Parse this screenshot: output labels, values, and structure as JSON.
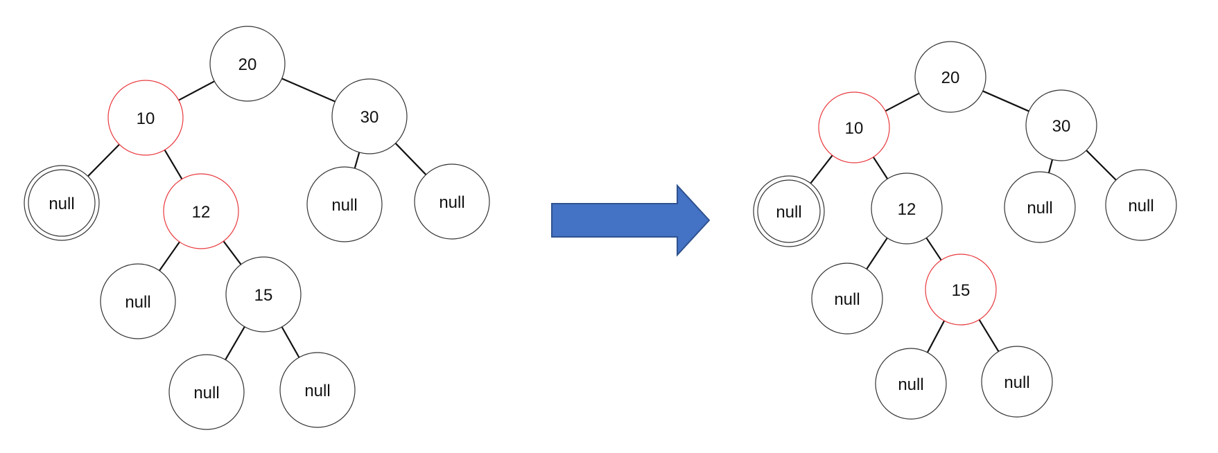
{
  "colors": {
    "black_node_stroke": "#333333",
    "red_node_stroke": "#e8383d",
    "edge": "#111111",
    "arrow_fill": "#4472c4",
    "arrow_stroke": "#2f528f"
  },
  "before_tree": {
    "nodes": [
      {
        "id": "b20",
        "label": "20",
        "color": "black"
      },
      {
        "id": "b10",
        "label": "10",
        "color": "red"
      },
      {
        "id": "b30",
        "label": "30",
        "color": "black"
      },
      {
        "id": "bnullL",
        "label": "null",
        "color": "black",
        "double_border": true
      },
      {
        "id": "b12",
        "label": "12",
        "color": "red"
      },
      {
        "id": "b30nl",
        "label": "null",
        "color": "black"
      },
      {
        "id": "b30nr",
        "label": "null",
        "color": "black"
      },
      {
        "id": "b12nl",
        "label": "null",
        "color": "black"
      },
      {
        "id": "b15",
        "label": "15",
        "color": "black"
      },
      {
        "id": "b15nl",
        "label": "null",
        "color": "black"
      },
      {
        "id": "b15nr",
        "label": "null",
        "color": "black"
      }
    ],
    "edges": [
      [
        "b20",
        "b10"
      ],
      [
        "b20",
        "b30"
      ],
      [
        "b10",
        "bnullL"
      ],
      [
        "b10",
        "b12"
      ],
      [
        "b30",
        "b30nl"
      ],
      [
        "b30",
        "b30nr"
      ],
      [
        "b12",
        "b12nl"
      ],
      [
        "b12",
        "b15"
      ],
      [
        "b15",
        "b15nl"
      ],
      [
        "b15",
        "b15nr"
      ]
    ]
  },
  "after_tree": {
    "nodes": [
      {
        "id": "a20",
        "label": "20",
        "color": "black"
      },
      {
        "id": "a10",
        "label": "10",
        "color": "red"
      },
      {
        "id": "a30",
        "label": "30",
        "color": "black"
      },
      {
        "id": "anullL",
        "label": "null",
        "color": "black",
        "double_border": true
      },
      {
        "id": "a12",
        "label": "12",
        "color": "black"
      },
      {
        "id": "a30nl",
        "label": "null",
        "color": "black"
      },
      {
        "id": "a30nr",
        "label": "null",
        "color": "black"
      },
      {
        "id": "a12nl",
        "label": "null",
        "color": "black"
      },
      {
        "id": "a15",
        "label": "15",
        "color": "red"
      },
      {
        "id": "a15nl",
        "label": "null",
        "color": "black"
      },
      {
        "id": "a15nr",
        "label": "null",
        "color": "black"
      }
    ],
    "edges": [
      [
        "a20",
        "a10"
      ],
      [
        "a20",
        "a30"
      ],
      [
        "a10",
        "anullL"
      ],
      [
        "a10",
        "a12"
      ],
      [
        "a30",
        "a30nl"
      ],
      [
        "a30",
        "a30nr"
      ],
      [
        "a12",
        "a12nl"
      ],
      [
        "a12",
        "a15"
      ],
      [
        "a15",
        "a15nl"
      ],
      [
        "a15",
        "a15nr"
      ]
    ]
  },
  "transition_arrow": {
    "icon": "right-arrow-icon"
  }
}
